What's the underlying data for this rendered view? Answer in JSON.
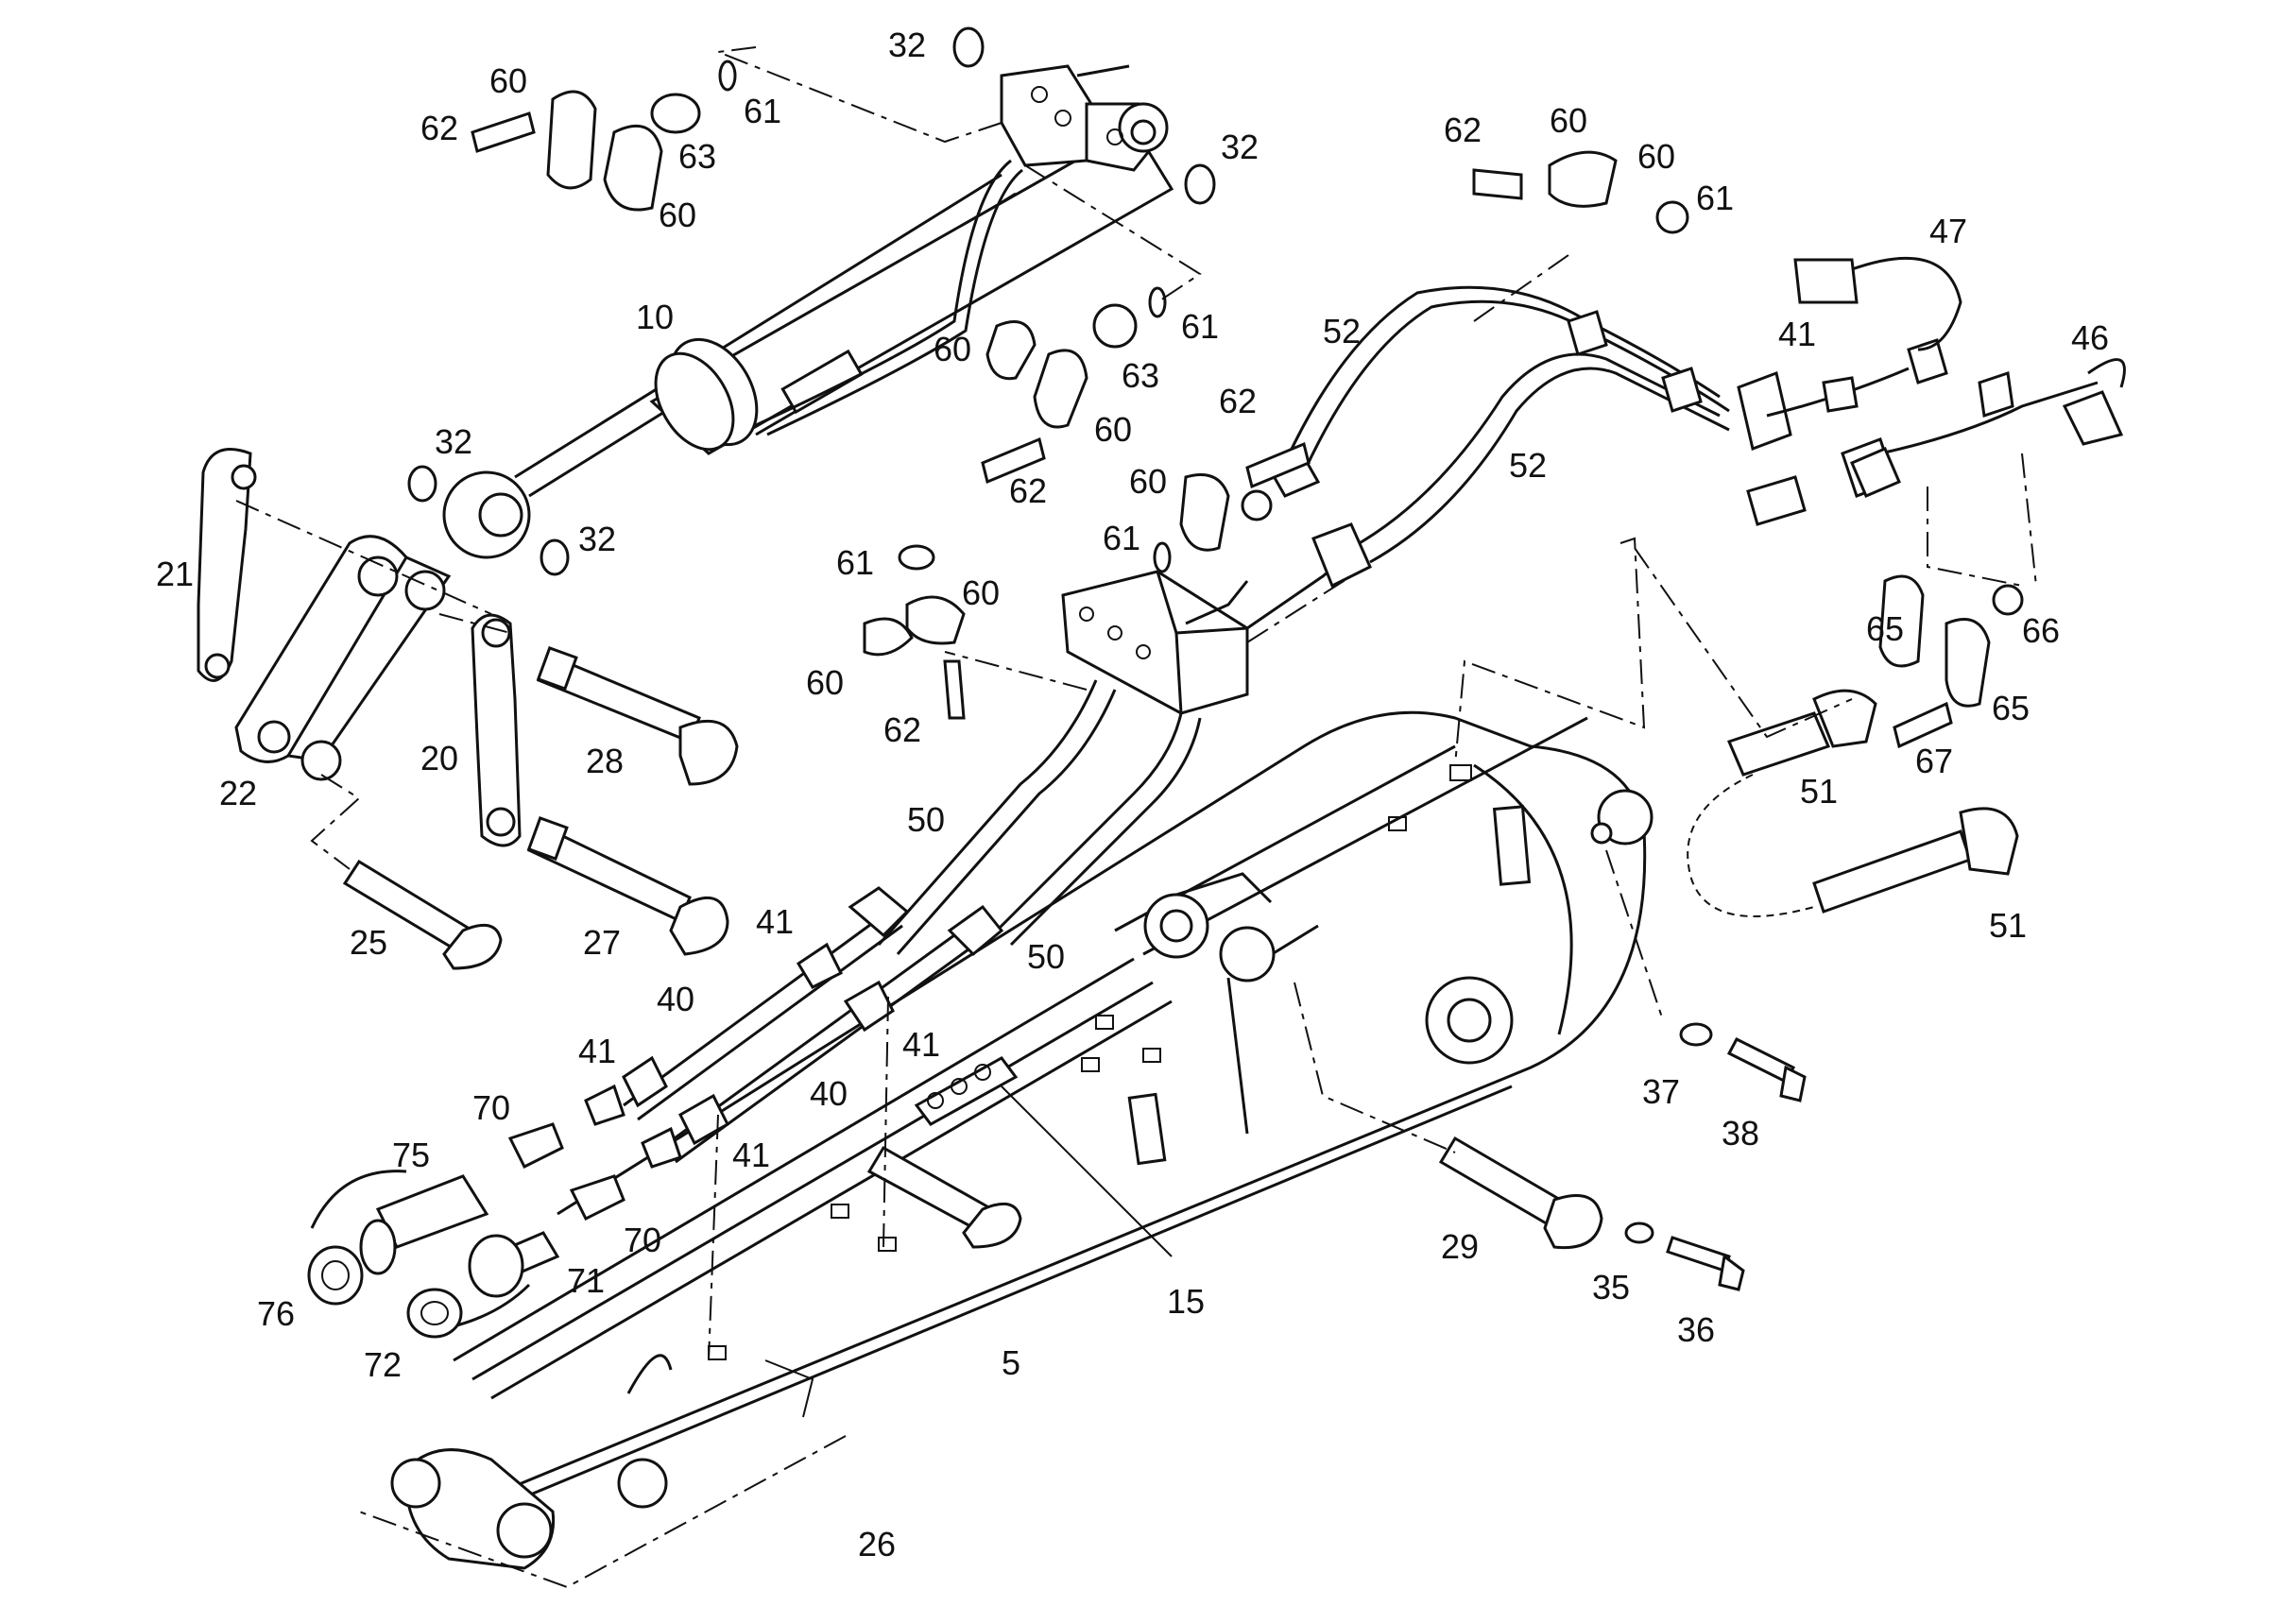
{
  "figure": {
    "part_labels": {
      "p5": "5",
      "p10": "10",
      "p15": "15",
      "p20": "20",
      "p21": "21",
      "p22": "22",
      "p25": "25",
      "p26": "26",
      "p27": "27",
      "p28": "28",
      "p29": "29",
      "p32": "32",
      "p35": "35",
      "p36": "36",
      "p37": "37",
      "p38": "38",
      "p40": "40",
      "p41": "41",
      "p46": "46",
      "p47": "47",
      "p50": "50",
      "p51": "51",
      "p52": "52",
      "p60": "60",
      "p61": "61",
      "p62": "62",
      "p63": "63",
      "p65": "65",
      "p66": "66",
      "p67": "67",
      "p70": "70",
      "p71": "71",
      "p72": "72",
      "p75": "75",
      "p76": "76"
    }
  }
}
